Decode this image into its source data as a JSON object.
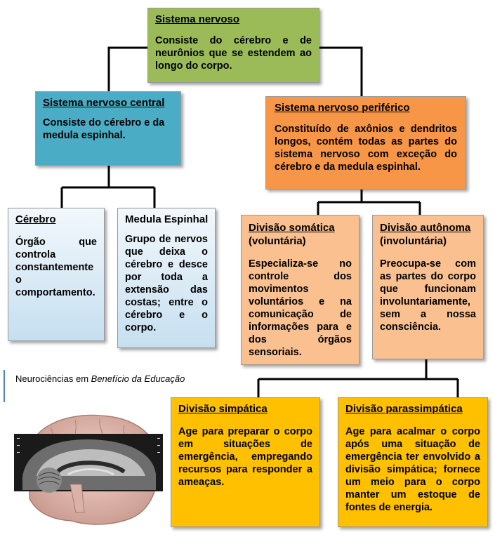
{
  "nodes": {
    "sistema_nervoso": {
      "title": "Sistema nervoso",
      "body": "Consiste do cérebro e de neurônios que se estendem ao longo do corpo."
    },
    "snc": {
      "title": "Sistema nervoso central",
      "body": "Consiste do cérebro e da medula espinhal."
    },
    "snp": {
      "title": "Sistema nervoso periférico",
      "body": "Constituído de axônios e dendritos longos, contém todas as partes do sistema nervoso com exceção do cérebro e da medula espinhal."
    },
    "cerebro": {
      "title": "Cérebro",
      "body": "Órgão que controla constantemente o comportamento."
    },
    "medula": {
      "title": "Medula Espinhal",
      "body": "Grupo de nervos que deixa o cérebro e desce por toda a extensão das costas; entre o cérebro e o corpo."
    },
    "somatica": {
      "title": "Divisão somática",
      "subtitle": "(voluntária)",
      "body": "Especializa-se no controle dos movimentos voluntários e na comunicação de informações para e dos órgãos sensoriais."
    },
    "autonoma": {
      "title": "Divisão autônoma",
      "subtitle": "(involuntária)",
      "body": "Preocupa-se com as partes do corpo que funcionam involuntariamente, sem a nossa consciência."
    },
    "simpatica": {
      "title": "Divisão simpática",
      "body": "Age para preparar o corpo em situações de emergência, empregando recursos para responder a ameaças."
    },
    "parassimpatica": {
      "title": "Divisão parassimpática",
      "body": "Age para acalmar o corpo após uma situação de emergência ter envolvido a divisão simpática; fornece um meio para o corpo manter um estoque de fontes de energia."
    }
  },
  "caption": {
    "prefix": "Neurociências em ",
    "italic": "Benefício da Educação"
  },
  "colors": {
    "green": "#9bbb59",
    "blue": "#4bacc6",
    "orange": "#f79646",
    "peach": "#fac090",
    "gold": "#ffc000",
    "connector": "#000000"
  }
}
